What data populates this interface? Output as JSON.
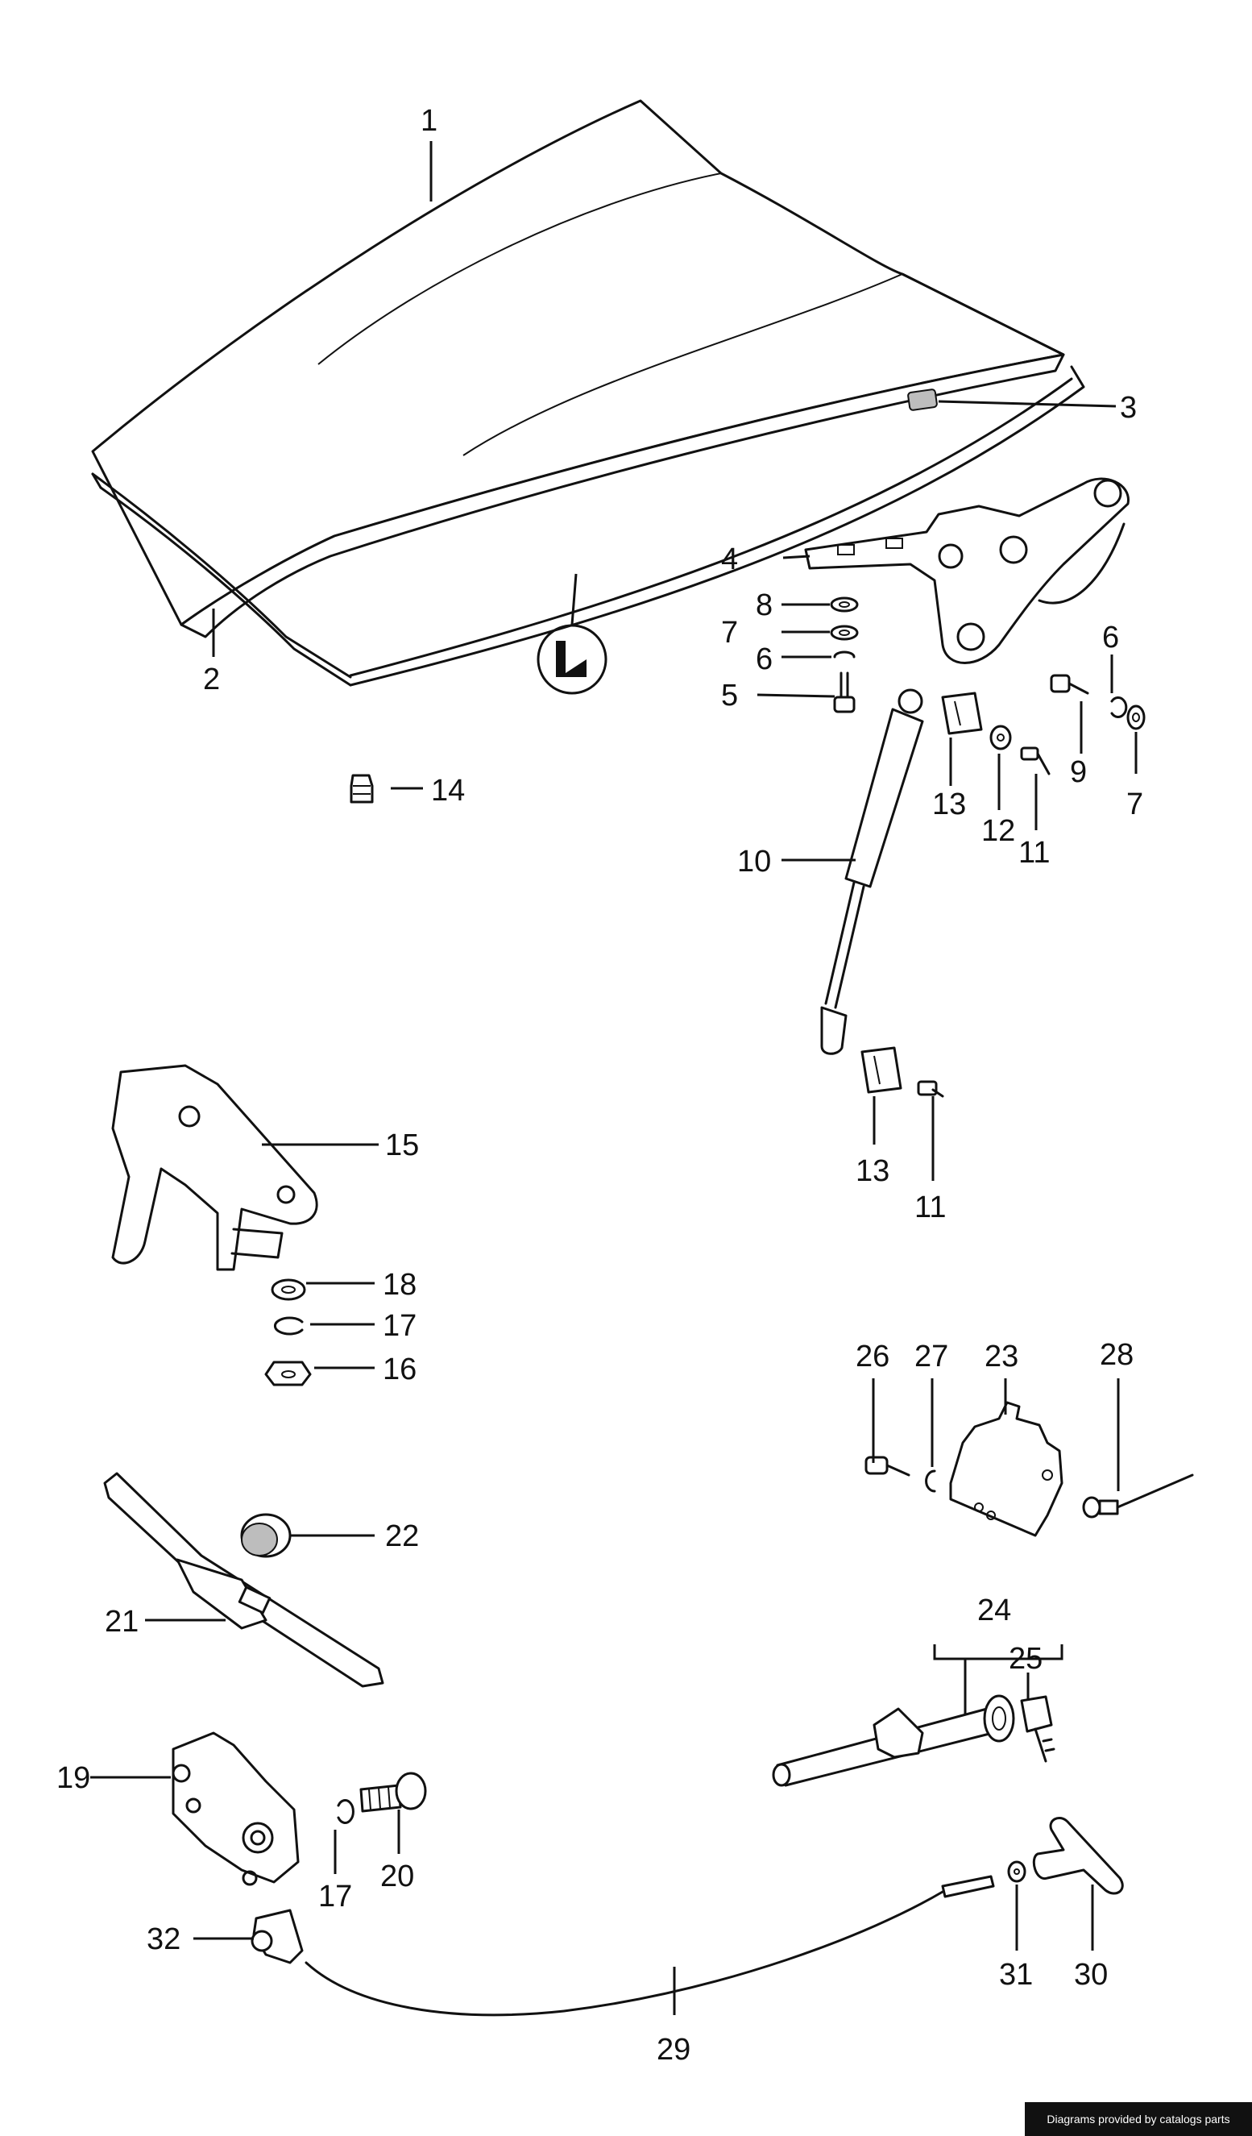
{
  "callouts": [
    "1",
    "2",
    "3",
    "4",
    "8",
    "7",
    "6",
    "5",
    "14",
    "6",
    "9",
    "7",
    "13",
    "12",
    "11",
    "10",
    "13",
    "11",
    "15",
    "18",
    "17",
    "16",
    "26",
    "27",
    "23",
    "28",
    "22",
    "21",
    "24",
    "25",
    "19",
    "17",
    "20",
    "32",
    "29",
    "31",
    "30"
  ],
  "footer": {
    "credit": "Diagrams provided by catalogs parts"
  },
  "colors": {
    "line": "#111111",
    "background": "#ffffff",
    "badge": "#111111",
    "badge_text": "#ffffff"
  }
}
